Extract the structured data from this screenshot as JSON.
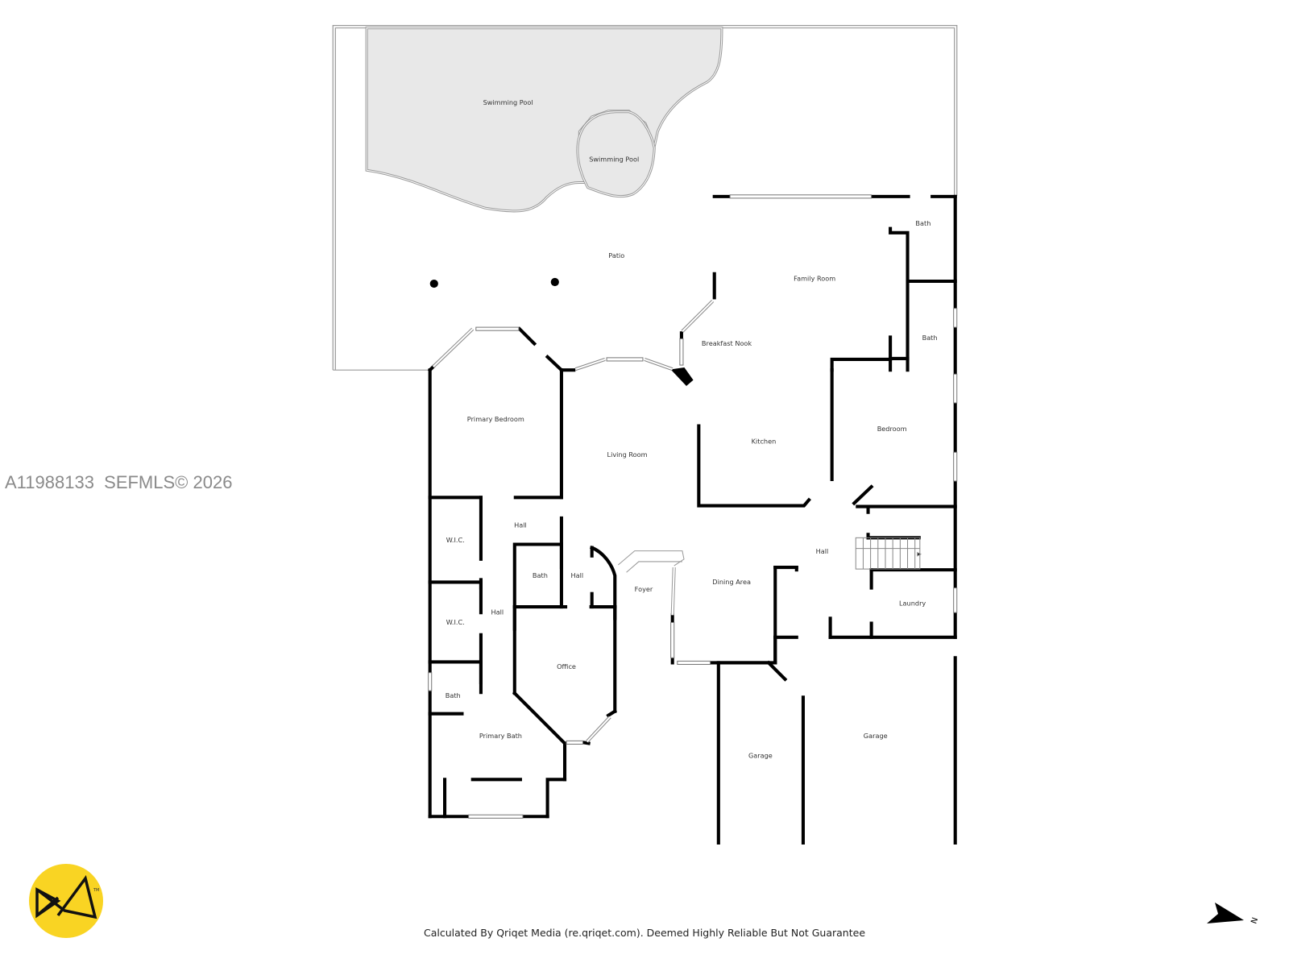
{
  "watermark": {
    "listing_id": "A11988133",
    "copyright": "SEFMLS© 2026",
    "text": "A11988133  SEFMLS© 2026"
  },
  "footer": {
    "disclaimer": "Calculated By Qriqet Media (re.qriqet.com). Deemed Highly Reliable But Not Guarantee"
  },
  "logo": {
    "icon": "qriqet-logo-icon",
    "color": "#F9D423",
    "mark": "TM"
  },
  "compass": {
    "icon": "north-arrow-icon",
    "label": "N"
  },
  "colors": {
    "wall": "#000000",
    "pool_fill": "#E8E8E8",
    "outline": "#9a9a9a",
    "background": "#FFFFFF",
    "watermark": "#8A8A8A",
    "logo_yellow": "#F9D423"
  },
  "rooms": {
    "swimming_pool_1": "Swimming Pool",
    "swimming_pool_2": "Swimming Pool",
    "patio": "Patio",
    "family_room": "Family Room",
    "bath_ne_top": "Bath",
    "bath_ne_mid": "Bath",
    "breakfast_nook": "Breakfast Nook",
    "primary_bedroom": "Primary Bedroom",
    "living_room": "Living Room",
    "kitchen": "Kitchen",
    "bedroom": "Bedroom",
    "hall_upper": "Hall",
    "wic_1": "W.I.C.",
    "wic_2": "W.I.C.",
    "bath_center": "Bath",
    "hall_center": "Hall",
    "hall_left": "Hall",
    "foyer": "Foyer",
    "dining_area": "Dining Area",
    "hall_right": "Hall",
    "laundry": "Laundry",
    "office": "Office",
    "bath_left": "Bath",
    "primary_bath": "Primary Bath",
    "garage_1": "Garage",
    "garage_2": "Garage"
  }
}
